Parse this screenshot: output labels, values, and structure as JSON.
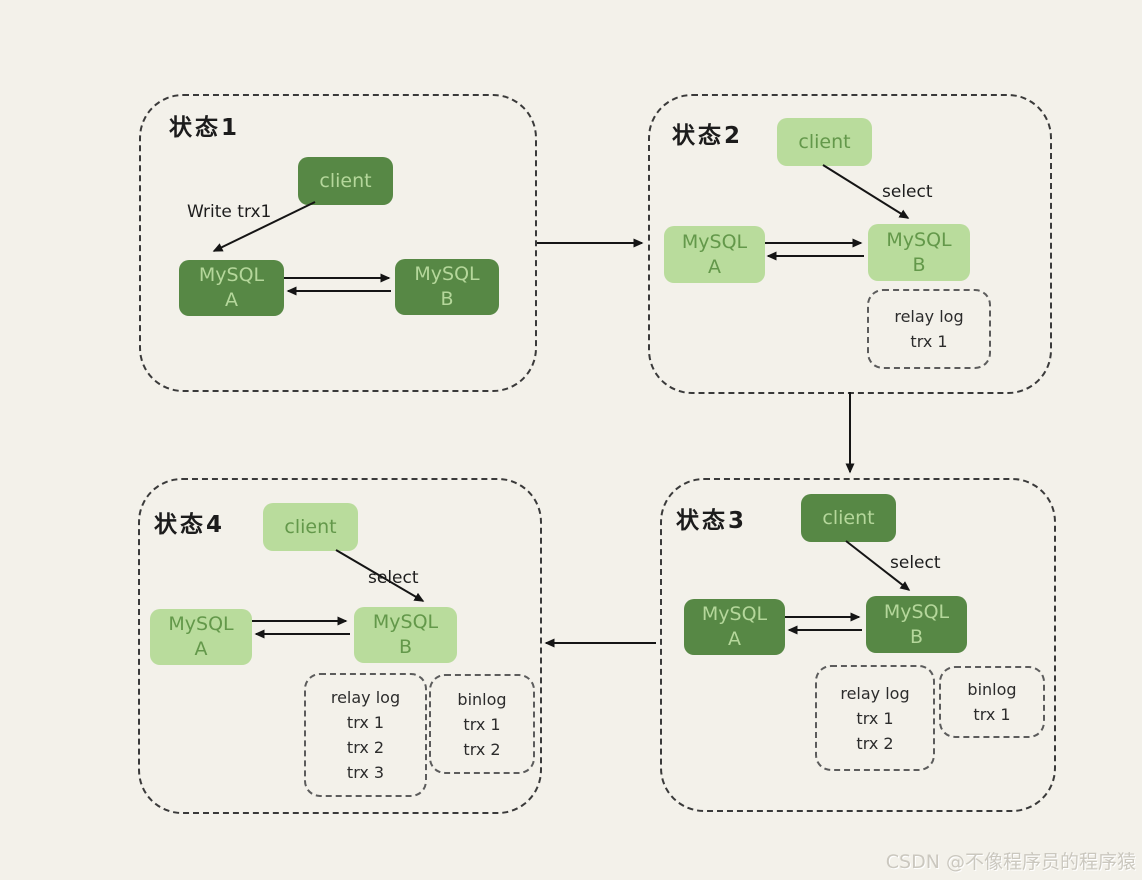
{
  "watermark": "CSDN @不像程序员的程序猿",
  "colors": {
    "background": "#f3f1ea",
    "node_dark_green": "#578845",
    "node_dark_text": "#b5d79b",
    "node_light_green": "#b9dc9c",
    "node_light_text": "#63984a",
    "container_border": "#3a3a3a",
    "log_border": "#5c5c5c",
    "arrow": "#151515"
  },
  "states": [
    {
      "title": "状态1",
      "theme": "dark",
      "client": "client",
      "action_label": "Write trx1",
      "mysql_a": {
        "name": "MySQL",
        "id": "A"
      },
      "mysql_b": {
        "name": "MySQL",
        "id": "B"
      }
    },
    {
      "title": "状态2",
      "theme": "light",
      "client": "client",
      "action_label": "select",
      "mysql_a": {
        "name": "MySQL",
        "id": "A"
      },
      "mysql_b": {
        "name": "MySQL",
        "id": "B"
      },
      "relay_log": {
        "title": "relay log",
        "entries": [
          "trx 1"
        ]
      }
    },
    {
      "title": "状态3",
      "theme": "dark",
      "client": "client",
      "action_label": "select",
      "mysql_a": {
        "name": "MySQL",
        "id": "A"
      },
      "mysql_b": {
        "name": "MySQL",
        "id": "B"
      },
      "relay_log": {
        "title": "relay log",
        "entries": [
          "trx 1",
          "trx 2"
        ]
      },
      "binlog": {
        "title": "binlog",
        "entries": [
          "trx 1"
        ]
      }
    },
    {
      "title": "状态4",
      "theme": "light",
      "client": "client",
      "action_label": "select",
      "mysql_a": {
        "name": "MySQL",
        "id": "A"
      },
      "mysql_b": {
        "name": "MySQL",
        "id": "B"
      },
      "relay_log": {
        "title": "relay log",
        "entries": [
          "trx 1",
          "trx 2",
          "trx 3"
        ]
      },
      "binlog": {
        "title": "binlog",
        "entries": [
          "trx 1",
          "trx 2"
        ]
      }
    }
  ]
}
